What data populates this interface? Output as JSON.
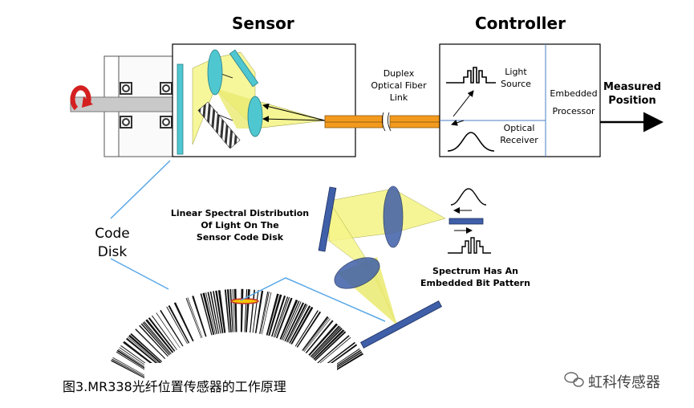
{
  "labels": {
    "sensor_title": "Sensor",
    "controller_title": "Controller",
    "fiber_line1": "Duplex",
    "fiber_line2": "Optical Fiber",
    "fiber_line3": "Link",
    "light_source_line1": "Light",
    "light_source_line2": "Source",
    "optical_receiver_line1": "Optical",
    "optical_receiver_line2": "Receiver",
    "processor_line1": "Embedded",
    "processor_line2": "Processor",
    "measured_line1": "Measured",
    "measured_line2": "Position",
    "code_disk_line1": "Code",
    "code_disk_line2": "Disk",
    "distribution_line1": "Linear Spectral Distribution",
    "distribution_line2": "Of Light On The",
    "distribution_line3": "Sensor Code Disk",
    "spectrum_line1": "Spectrum  Has An",
    "spectrum_line2": "Embedded Bit Pattern"
  },
  "caption": "图3.MR338光纤位置传感器的工作原理",
  "watermark": "虹科传感器",
  "colors": {
    "beam_yellow": "#f5f58a",
    "lens_teal": "#4fc7d0",
    "lens_blue": "#3f5fa8",
    "fiber_orange": "#f39a1e",
    "callout_blue": "#5aa8e8"
  }
}
